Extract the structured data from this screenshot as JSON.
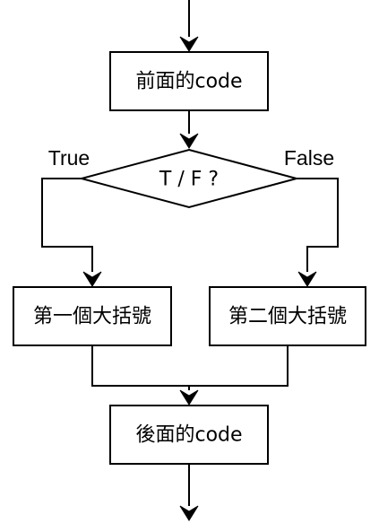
{
  "diagram": {
    "nodes": {
      "before_code": "前面的code",
      "condition": "T / F ?",
      "first_brace": "第一個大括號",
      "second_brace": "第二個大括號",
      "after_code": "後面的code"
    },
    "edge_labels": {
      "true_branch": "True",
      "false_branch": "False"
    },
    "colors": {
      "stroke": "#000000",
      "fill": "#ffffff"
    }
  }
}
